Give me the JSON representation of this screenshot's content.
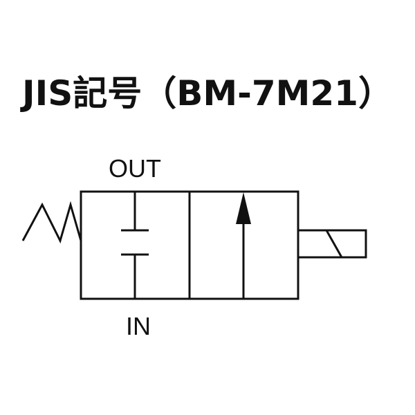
{
  "title": "JIS記号（BM-7M21）",
  "labels": {
    "out": "OUT",
    "in": "IN"
  },
  "colors": {
    "stroke": "#111111",
    "background": "#ffffff"
  }
}
